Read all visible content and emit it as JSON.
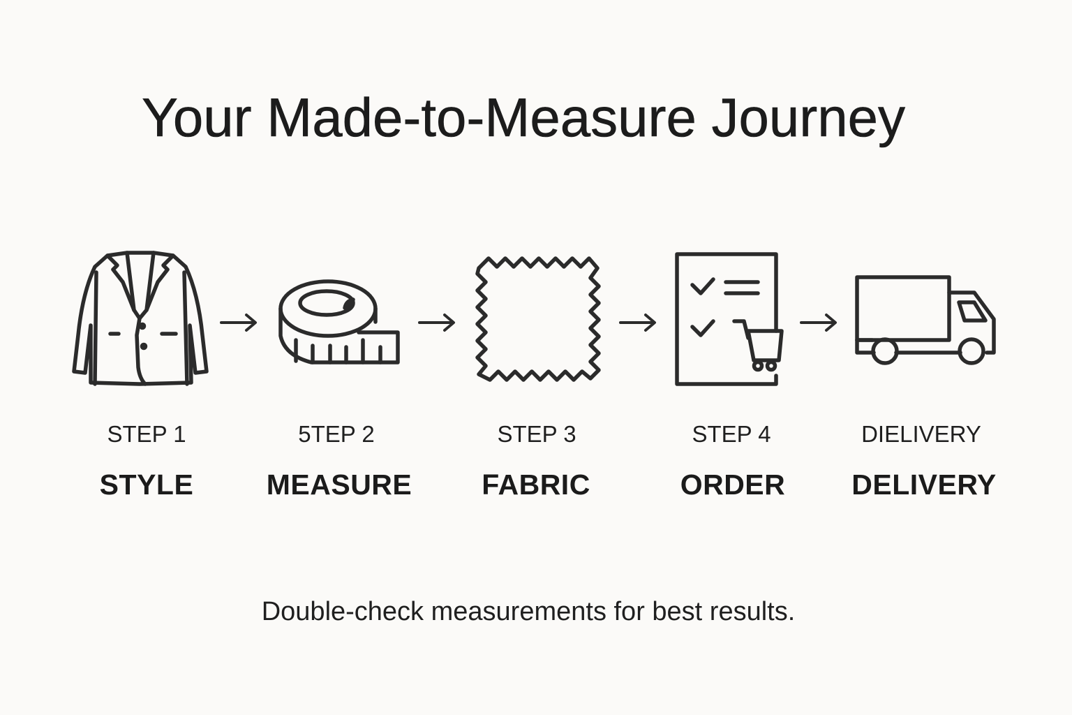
{
  "header": {
    "title": "Your Made-to-Measure Journey"
  },
  "steps": [
    {
      "label": "STEP 1",
      "name": "STYLE",
      "icon": "suit-jacket-icon"
    },
    {
      "label": "5TEP 2",
      "name": "MEASURE",
      "icon": "measuring-tape-icon"
    },
    {
      "label": "STEP 3",
      "name": "FABRIC",
      "icon": "fabric-swatch-icon"
    },
    {
      "label": "STEP 4",
      "name": "ORDER",
      "icon": "checklist-cart-icon"
    },
    {
      "label": "DIELIVERY",
      "name": "DELIVERY",
      "icon": "delivery-truck-icon"
    }
  ],
  "connectors": [
    {
      "icon": "arrow-right-icon",
      "glyph": "→"
    },
    {
      "icon": "arrow-right-icon",
      "glyph": "→"
    },
    {
      "icon": "arrow-right-icon",
      "glyph": "→"
    },
    {
      "icon": "arrow-right-icon",
      "glyph": "→"
    }
  ],
  "footer": {
    "note": "Double-check measurements for best results."
  },
  "colors": {
    "background": "#fbfaf8",
    "stroke": "#2b2b2b",
    "text": "#1f1f1f"
  }
}
